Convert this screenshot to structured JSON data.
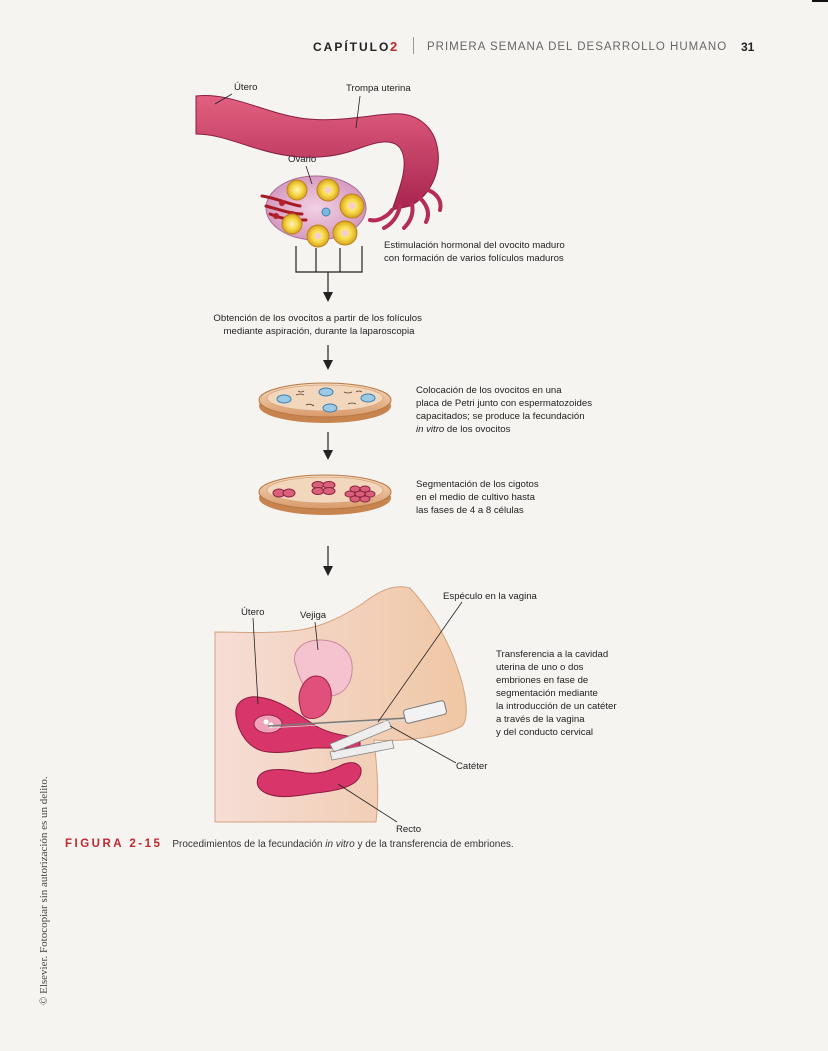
{
  "header": {
    "chapter_label": "CAPÍTULO",
    "chapter_number": "2",
    "chapter_title": "PRIMERA SEMANA DEL DESARROLLO HUMANO",
    "page_number": "31"
  },
  "colors": {
    "accent_red": "#c0282e",
    "tissue_pink": "#c8386a",
    "follicle_yellow": "#f4d23c",
    "skin": "#f0c9a8",
    "dish": "#e9b98e"
  },
  "diagram": {
    "step1": {
      "label_utero": "Útero",
      "label_trompa": "Trompa uterina",
      "label_ovario": "Ovario",
      "text_lines": [
        "Estimulación hormonal del ovocito maduro",
        "con formación de varios folículos maduros"
      ]
    },
    "step2": {
      "text_lines": [
        "Obtención de los ovocitos a partir de los folículos",
        "mediante aspiración, durante la laparoscopia"
      ]
    },
    "step3": {
      "text_line1": "Colocación de los ovocitos en una",
      "text_line2": "placa de Petri junto con espermatozoides",
      "text_line3": "capacitados; se produce la fecundación",
      "text_line4_italic": "in vitro",
      "text_line4_rest": " de los ovocitos"
    },
    "step4": {
      "text_lines": [
        "Segmentación de los cigotos",
        "en el medio de cultivo hasta",
        "las fases de 4 a 8 células"
      ]
    },
    "step5": {
      "label_especulo": "Espéculo en la vagina",
      "label_utero": "Útero",
      "label_vejiga": "Vejiga",
      "label_cateter": "Catéter",
      "label_recto": "Recto",
      "text_lines": [
        "Transferencia a la cavidad",
        "uterina de uno o dos",
        "embriones en fase de",
        "segmentación mediante",
        "la introducción de un catéter",
        "a través de la vagina",
        "y del conducto cervical"
      ]
    }
  },
  "caption": {
    "figure_label": "FIGURA 2-15",
    "text_before": "Procedimientos de la fecundación ",
    "text_italic": "in vitro",
    "text_after": " y de la transferencia de embriones."
  },
  "copyright": "© Elsevier. Fotocopiar sin autorización es un delito."
}
